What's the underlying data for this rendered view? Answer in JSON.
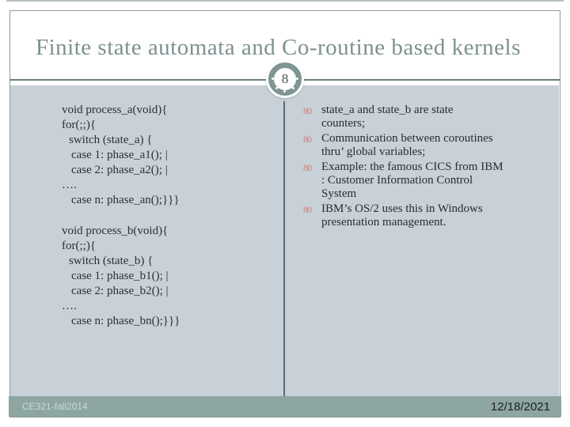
{
  "slide": {
    "title": "Finite state automata and Co-routine based kernels",
    "page_number": "8"
  },
  "code_a": {
    "lines": [
      "void process_a(void){",
      "for(;;){",
      "switch (state_a) {",
      "case 1: phase_a1(); |",
      "case 2: phase_a2(); |",
      "….",
      "case n: phase_an();}}}"
    ]
  },
  "code_b": {
    "lines": [
      "void process_b(void){",
      "for(;;){",
      "switch (state_b) {",
      "case 1: phase_b1(); |",
      "case 2: phase_b2(); |",
      "….",
      "case n: phase_bn();}}}"
    ]
  },
  "bullets": {
    "items": [
      "state_a and state_b are state\ncounters;",
      "Communication between coroutines\nthru’ global variables;",
      "Example: the famous CICS from IBM\n: Customer Information Control\nSystem",
      "IBM’s OS/2 uses this in Windows\npresentation management."
    ]
  },
  "icons": {
    "bullet_glyph": "80"
  },
  "footer": {
    "course": "CE321-fall2014",
    "date": "12/18/2021"
  },
  "colors": {
    "content_background": "#c8d1d8",
    "footer_bar": "#8da6a2",
    "title_text": "#7d9190",
    "bullet_glyph": "#c4837e",
    "column_divider": "#5c6b76",
    "body_text": "#2f2f2f"
  }
}
